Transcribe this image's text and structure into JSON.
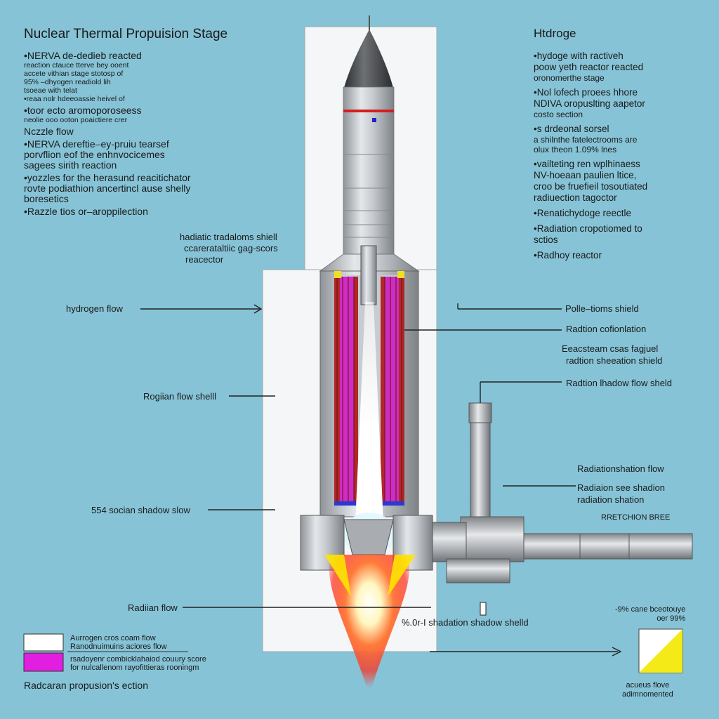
{
  "title": "Nuclear Thermal Propuision Stage",
  "left_notes": [
    {
      "main": "•NERVA de-dedieb reacted",
      "sub": [
        "reaction ctauce tterve bey ooent",
        "accete vithian stage stotosp of",
        "95% –dhyogen readiold lih",
        "tsoeae with telat",
        "•reaa nolr hdeeoassie heivel of"
      ]
    },
    {
      "main": "•toor ecto aromoporoseess",
      "sub": [
        "neolie ooo ooton poaictiere crer"
      ]
    },
    {
      "main": "Nczzle flow",
      "sub": []
    },
    {
      "main": "•NERVA dereftie–ey-pruiu tearsef",
      "sub": [
        "porvflion eof the enhnvocicemes",
        "sagees sirith reaction"
      ]
    },
    {
      "main": "•yozzles for the herasund reacitichator",
      "sub": [
        "rovte podiathion ancertincl ause shelly",
        "boresetics"
      ]
    },
    {
      "main": "•Razzle tios or–aroppilection",
      "sub": []
    }
  ],
  "right_heading": "Htdroge",
  "right_notes": [
    {
      "main": "•hydoge with ractiveh",
      "sub": [
        "poow yeth reactor reacted",
        "oronomerthe stage"
      ]
    },
    {
      "main": "•Nol lofech proees hhore",
      "sub": [
        "NDIVA oropuslting aapetor",
        "costo section"
      ]
    },
    {
      "main": "•s drdeonal sorsel",
      "sub": [
        "a shilnthe fatelectrooms are",
        "olux theon 1.09% lnes"
      ]
    },
    {
      "main": "•vailteting ren wplhinaess",
      "sub": [
        "NV-hoeaan paulien ltice,",
        "croo be fruefieil tosoutiated",
        "radiuection tagoctor"
      ]
    },
    {
      "main": "•Renatichydoge reectle",
      "sub": []
    },
    {
      "main": "•Radiation cropotiomed to",
      "sub": [
        "sctios"
      ]
    },
    {
      "main": "•Radhoy reactor",
      "sub": []
    }
  ],
  "labels": {
    "shield_block": [
      "hadiatic tradaloms shiell",
      "ccarerataltiic gag-scors",
      "reacector"
    ],
    "hydrogen_flow": "hydrogen flow",
    "poll_shield": "Polle–tioms shield",
    "radiation_cofionation": "Radtion cofionlation",
    "escasteam": [
      "Eeacsteam csas fagjuel",
      "radtion sheeation shield"
    ],
    "radtion_lhadow": "Radtion lhadow flow sheld",
    "rogiian_flow": "Rogiian flow shelll",
    "radiationshation": "Radiationshation flow",
    "radiaion_see": [
      "Radiaion see shadion",
      "radiation shation"
    ],
    "rretchion": "RRETCHION BREE",
    "ocsian_shadow": "554 socian shadow slow",
    "radian_flow": "Radiian flow",
    "shadation": "%.0r-I  shadation shadow shelld",
    "percent_note": [
      "-9% cane bceotouye",
      "oer 99%"
    ],
    "acueus": [
      "acueus flove",
      "adimnomented"
    ]
  },
  "legend": [
    {
      "color": "#ffffff",
      "text": [
        "Aurrogen cros coam flow",
        "Ranodnuimuins aciores flow"
      ]
    },
    {
      "color": "#e21ee0",
      "text": [
        "rsadoyenr combicklahaiod couury score",
        "for nulcallenom rayofittieras rooningm"
      ]
    }
  ],
  "legend_title": "Radcaran propusion's ection",
  "colors": {
    "background": "#86c3d6",
    "panel": "#f4f6f8",
    "rocket": "#c8ccd0",
    "nose": "#4b4d50",
    "core_red": "#b02727",
    "core_magenta": "#d42ee0",
    "flame_yellow": "#ffe600",
    "flame_red": "#ff2a1a",
    "swatch_yellow": "#f4ea18"
  },
  "icons": [
    "arrow-right-icon",
    "nozzle-exhaust-icon",
    "pipe-assembly-icon",
    "legend-swatch-icon"
  ]
}
